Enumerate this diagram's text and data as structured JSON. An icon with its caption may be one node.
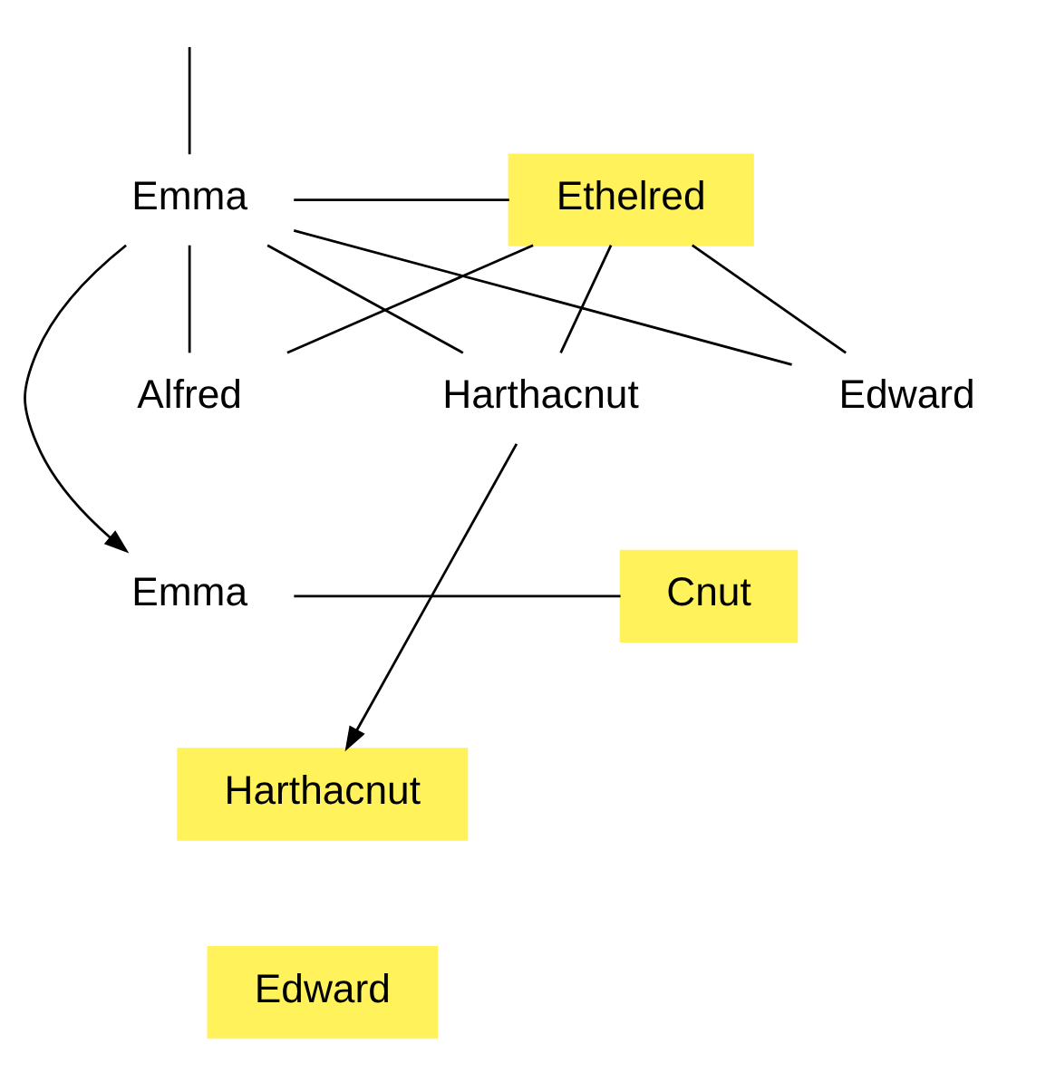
{
  "diagram": {
    "nodes": [
      {
        "text": [
          "Emma"
        ]
      },
      {
        "text": [
          "Ethelred"
        ]
      },
      {
        "text": [
          "Alfred"
        ]
      },
      {
        "text": [
          "Edward"
        ]
      },
      {
        "text": [
          "Harthacnut"
        ]
      },
      {
        "text": [
          "Emma"
        ]
      },
      {
        "text": [
          "Cnut"
        ]
      },
      {
        "text": [
          "Harthacnut"
        ]
      },
      {
        "text": [
          "Edward"
        ]
      }
    ],
    "edges": [
      {
        "from": null,
        "to": 0,
        "arrow": "none"
      },
      {
        "from": 0,
        "to": 1,
        "arrow": "none"
      },
      {
        "from": 0,
        "to": 2,
        "arrow": "none"
      },
      {
        "from": 0,
        "to": 3,
        "arrow": "none"
      },
      {
        "from": 0,
        "to": 4,
        "arrow": "none"
      },
      {
        "from": 1,
        "to": 2,
        "arrow": "none"
      },
      {
        "from": 1,
        "to": 3,
        "arrow": "none"
      },
      {
        "from": 1,
        "to": 4,
        "arrow": "none"
      },
      {
        "from": 0,
        "to": 5,
        "arrow": "to"
      },
      {
        "from": 5,
        "to": 6,
        "arrow": "none"
      },
      {
        "from": 4,
        "to": 7,
        "arrow": "to"
      }
    ]
  }
}
